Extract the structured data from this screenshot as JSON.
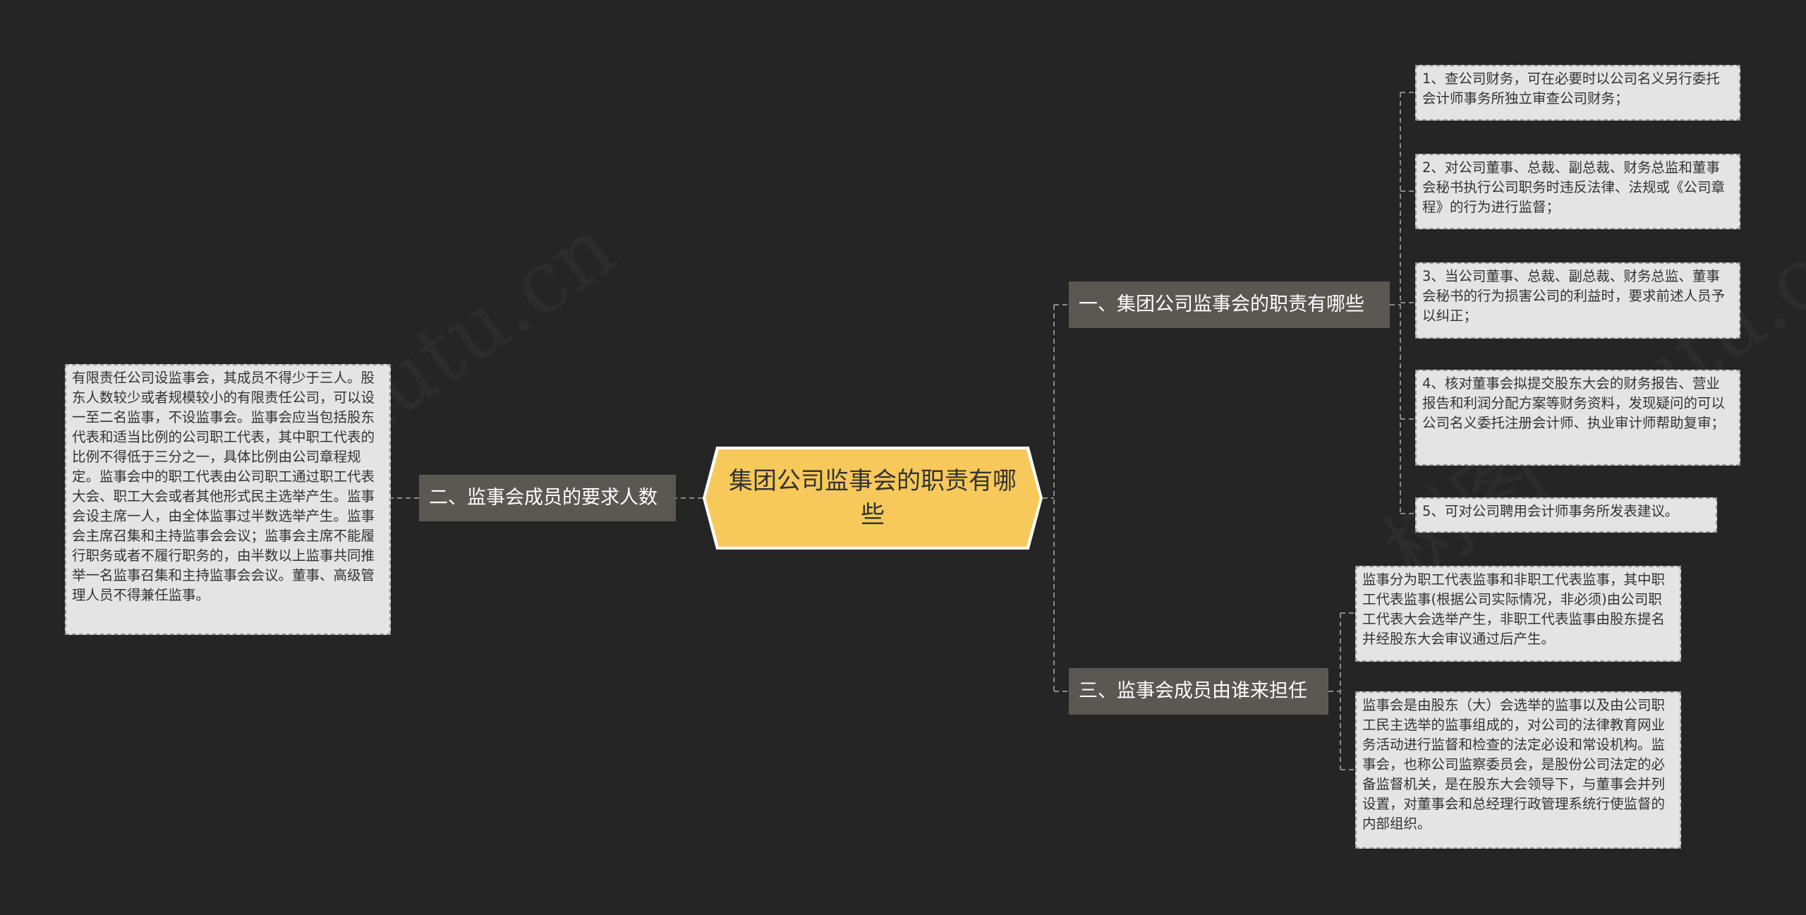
{
  "root": {
    "label": "集团公司监事会的职责有哪些"
  },
  "branches": [
    {
      "label": "一、集团公司监事会的职责有哪些",
      "children": [
        "1、查公司财务，可在必要时以公司名义另行委托会计师事务所独立审查公司财务；",
        "2、对公司董事、总裁、副总裁、财务总监和董事会秘书执行公司职务时违反法律、法规或《公司章程》的行为进行监督；",
        "3、当公司董事、总裁、副总裁、财务总监、董事会秘书的行为损害公司的利益时，要求前述人员予以纠正；",
        "4、核对董事会拟提交股东大会的财务报告、营业报告和利润分配方案等财务资料，发现疑问的可以公司名义委托注册会计师、执业审计师帮助复审；",
        "5、可对公司聘用会计师事务所发表建议。"
      ]
    },
    {
      "label": "二、监事会成员的要求人数",
      "children": [
        "有限责任公司设监事会，其成员不得少于三人。股东人数较少或者规模较小的有限责任公司，可以设一至二名监事，不设监事会。监事会应当包括股东代表和适当比例的公司职工代表，其中职工代表的比例不得低于三分之一，具体比例由公司章程规定。监事会中的职工代表由公司职工通过职工代表大会、职工大会或者其他形式民主选举产生。监事会设主席一人，由全体监事过半数选举产生。监事会主席召集和主持监事会会议；监事会主席不能履行职务或者不履行职务的，由半数以上监事共同推举一名监事召集和主持监事会会议。董事、高级管理人员不得兼任监事。"
      ]
    },
    {
      "label": "三、监事会成员由谁来担任",
      "children": [
        "监事分为职工代表监事和非职工代表监事，其中职工代表监事(根据公司实际情况，非必须)由公司职工代表大会选举产生，非职工代表监事由股东提名并经股东大会审议通过后产生。",
        "监事会是由股东（大）会选举的监事以及由公司职工民主选举的监事组成的，对公司的法律教育网业务活动进行监督和检查的法定必设和常设机构。监事会，也称公司监察委员会，是股份公司法定的必备监督机关，是在股东大会领导下，与董事会并列设置，对董事会和总经理行政管理系统行使监督的内部组织。"
      ]
    }
  ],
  "colors": {
    "background": "#252525",
    "root_fill": "#f6c95a",
    "branch_fill": "#5b5753",
    "leaf_fill": "#e4e4e4",
    "connector": "#8a8a8a"
  }
}
